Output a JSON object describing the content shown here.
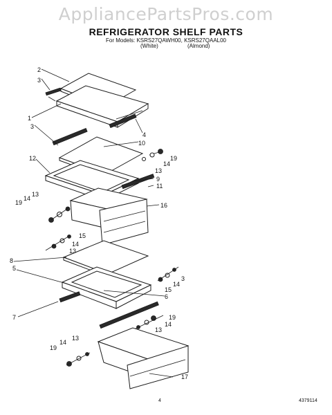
{
  "watermark": "AppliancePartsPros.com",
  "header": {
    "title": "REFRIGERATOR SHELF PARTS",
    "models": "For Models: KSRS27QAWH00, KSRS27QAAL00",
    "variant_white": "(White)",
    "variant_almond": "(Almond)"
  },
  "footer": {
    "page_number": "4",
    "doc_number": "4379114"
  },
  "callouts": [
    {
      "id": "c2",
      "label": "2"
    },
    {
      "id": "c3a",
      "label": "3"
    },
    {
      "id": "c1",
      "label": "1"
    },
    {
      "id": "c3b",
      "label": "3"
    },
    {
      "id": "c4",
      "label": "4"
    },
    {
      "id": "c10",
      "label": "10"
    },
    {
      "id": "c12",
      "label": "12"
    },
    {
      "id": "c19a",
      "label": "19"
    },
    {
      "id": "c14a",
      "label": "14"
    },
    {
      "id": "c13a",
      "label": "13"
    },
    {
      "id": "c9",
      "label": "9"
    },
    {
      "id": "c11",
      "label": "11"
    },
    {
      "id": "c19b",
      "label": "19"
    },
    {
      "id": "c14b",
      "label": "14"
    },
    {
      "id": "c13b",
      "label": "13"
    },
    {
      "id": "c16",
      "label": "16"
    },
    {
      "id": "c15a",
      "label": "15"
    },
    {
      "id": "c14c",
      "label": "14"
    },
    {
      "id": "c13c",
      "label": "13"
    },
    {
      "id": "c8",
      "label": "8"
    },
    {
      "id": "c5",
      "label": "5"
    },
    {
      "id": "c3c",
      "label": "3"
    },
    {
      "id": "c14d",
      "label": "14"
    },
    {
      "id": "c15b",
      "label": "15"
    },
    {
      "id": "c6",
      "label": "6"
    },
    {
      "id": "c7",
      "label": "7"
    },
    {
      "id": "c19c",
      "label": "19"
    },
    {
      "id": "c14e",
      "label": "14"
    },
    {
      "id": "c13d",
      "label": "13"
    },
    {
      "id": "c13e",
      "label": "13"
    },
    {
      "id": "c14f",
      "label": "14"
    },
    {
      "id": "c19d",
      "label": "19"
    },
    {
      "id": "c17",
      "label": "17"
    }
  ]
}
